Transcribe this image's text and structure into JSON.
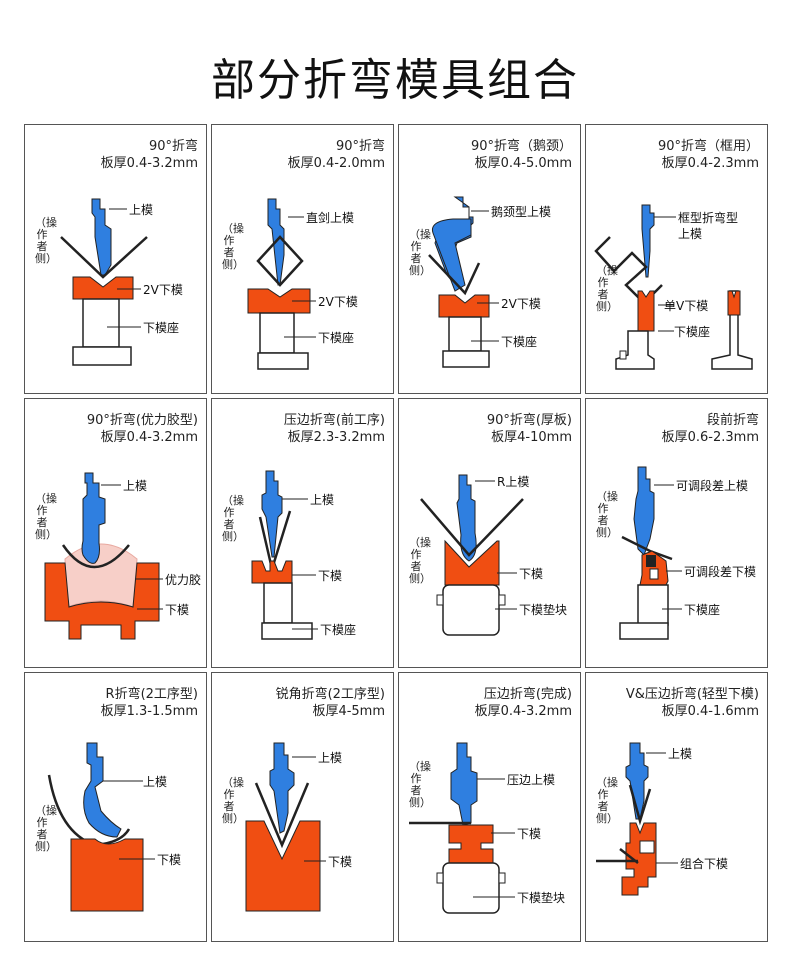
{
  "title": "部分折弯模具组合",
  "operator_side": "（操作者侧）",
  "colors": {
    "punch": "#2f7fe0",
    "die": "#f04e12",
    "urethane": "#f7cfc8",
    "line": "#222222"
  },
  "panels": [
    {
      "title": "90°折弯",
      "thickness": "板厚0.4-3.2mm",
      "labels": [
        "上模",
        "2V下模",
        "下模座"
      ]
    },
    {
      "title": "90°折弯",
      "thickness": "板厚0.4-2.0mm",
      "labels": [
        "直剑上模",
        "2V下模",
        "下模座"
      ]
    },
    {
      "title": "90°折弯（鹅颈）",
      "thickness": "板厚0.4-5.0mm",
      "labels": [
        "鹅颈型上模",
        "2V下模",
        "下模座"
      ]
    },
    {
      "title": "90°折弯（框用）",
      "thickness": "板厚0.4-2.3mm",
      "labels": [
        "框型折弯型",
        "上模",
        "单V下模",
        "下模座"
      ]
    },
    {
      "title": "90°折弯(优力胶型)",
      "thickness": "板厚0.4-3.2mm",
      "labels": [
        "上模",
        "优力胶",
        "下模"
      ]
    },
    {
      "title": "压边折弯(前工序)",
      "thickness": "板厚2.3-3.2mm",
      "labels": [
        "上模",
        "下模",
        "下模座"
      ]
    },
    {
      "title": "90°折弯(厚板)",
      "thickness": "板厚4-10mm",
      "labels": [
        "R上模",
        "下模",
        "下模垫块"
      ]
    },
    {
      "title": "段前折弯",
      "thickness": "板厚0.6-2.3mm",
      "labels": [
        "可调段差上模",
        "可调段差下模",
        "下模座"
      ]
    },
    {
      "title": "R折弯(2工序型)",
      "thickness": "板厚1.3-1.5mm",
      "labels": [
        "上模",
        "下模"
      ]
    },
    {
      "title": "锐角折弯(2工序型)",
      "thickness": "板厚4-5mm",
      "labels": [
        "上模",
        "下模"
      ]
    },
    {
      "title": "压边折弯(完成)",
      "thickness": "板厚0.4-3.2mm",
      "labels": [
        "压边上模",
        "下模",
        "下模垫块"
      ]
    },
    {
      "title": "V&压边折弯(轻型下模)",
      "thickness": "板厚0.4-1.6mm",
      "labels": [
        "上模",
        "组合下模"
      ]
    }
  ]
}
